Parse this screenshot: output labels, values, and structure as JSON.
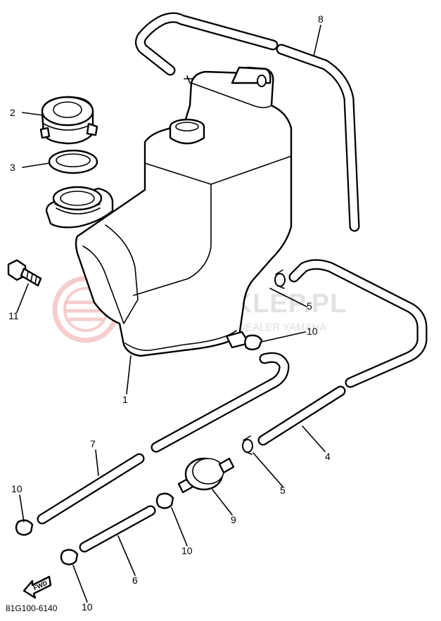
{
  "watermark": {
    "brand": "YAMASKLEP.PL",
    "subtitle": "WOJCIECHOWICZ | DEALER YAMAHA",
    "logo_color": "#f2b8b8"
  },
  "callouts": {
    "c1": "1",
    "c2": "2",
    "c3": "3",
    "c4": "4",
    "c5a": "5",
    "c5b": "5",
    "c6": "6",
    "c7": "7",
    "c8": "8",
    "c9": "9",
    "c10a": "10",
    "c10b": "10",
    "c10c": "10",
    "c10d": "10",
    "c11": "11"
  },
  "forward_marker": "FWD",
  "drawing_code": "81G100-6140",
  "colors": {
    "line": "#000000",
    "background": "#ffffff"
  }
}
